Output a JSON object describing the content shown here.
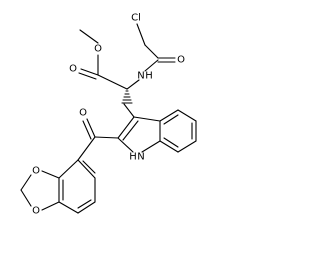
{
  "atoms": {
    "chlorine": "Cl",
    "amide_oxygen": "O",
    "amide_nitrogen": "N",
    "amide_hydrogen": "H",
    "ester_ether_oxygen": "O",
    "ester_carbonyl_oxygen": "O",
    "ketone_oxygen": "O",
    "indole_nitrogen": "N",
    "indole_hydrogen": "H",
    "dioxole_oxygen_upper": "O",
    "dioxole_oxygen_lower": "O"
  },
  "colors": {
    "bond": "#000000",
    "text": "#000000",
    "background": "#ffffff"
  }
}
